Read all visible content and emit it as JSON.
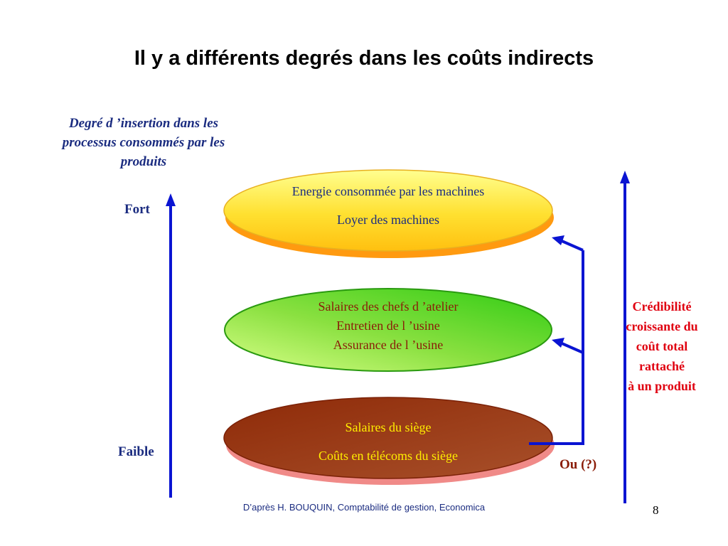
{
  "slide": {
    "title": "Il y a différents degrés dans les coûts indirects",
    "page_number": "8",
    "source": "D’après H. BOUQUIN, Comptabilité de gestion, Economica"
  },
  "left_axis": {
    "caption": "Degré d ’insertion dans les processus consommés par les produits",
    "high_label": "Fort",
    "low_label": "Faible"
  },
  "levels": [
    {
      "lines": [
        "Energie consommée par les machines",
        "Loyer des machines"
      ],
      "fill_color": "#ffd21e",
      "text_color": "#1b2c80"
    },
    {
      "lines": [
        "Salaires des chefs d ’atelier",
        "Entretien de l ’usine",
        "Assurance de l ’usine"
      ],
      "fill_color": "#5cd620",
      "text_color": "#8a1c08"
    },
    {
      "lines": [
        "Salaires du siège",
        "Coûts en télécoms du siège"
      ],
      "fill_color": "#9a3c14",
      "text_color": "#ffee00"
    }
  ],
  "reallocation_label": "Ou (?)",
  "right_axis": {
    "label_lines": [
      "Crédibilité",
      "croissante du",
      "coût total",
      "rattaché",
      "à un produit"
    ]
  },
  "colors": {
    "arrow": "#0a14d2",
    "caption": "#1b2c80",
    "credibility": "#e00010"
  }
}
